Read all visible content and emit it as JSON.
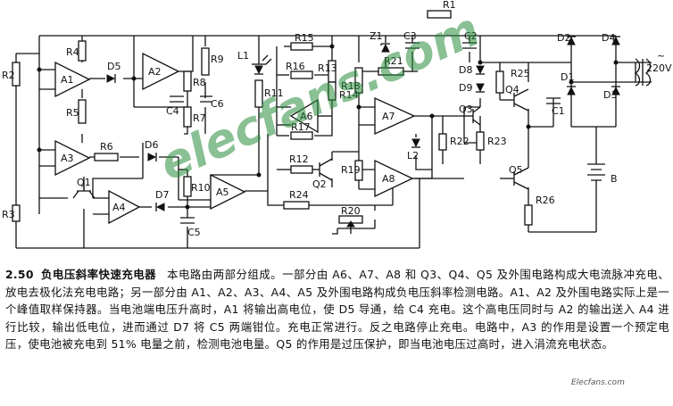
{
  "diagram": {
    "labels": {
      "R1": "R1",
      "R2": "R2",
      "R3": "R3",
      "R4": "R4",
      "R5": "R5",
      "R6": "R6",
      "R7": "R7",
      "R8": "R8",
      "R9": "R9",
      "R10": "R10",
      "R11": "R11",
      "R12": "R12",
      "R13": "R13",
      "R14": "R14",
      "R15": "R15",
      "R16": "R16",
      "R17": "R17",
      "R18": "R18",
      "R19": "R19",
      "R20": "R20",
      "R21": "R21",
      "R22": "R22",
      "R23": "R23",
      "R24": "R24",
      "R25": "R25",
      "R26": "R26",
      "A1": "A1",
      "A2": "A2",
      "A3": "A3",
      "A4": "A4",
      "A5": "A5",
      "A6": "A6",
      "A7": "A7",
      "A8": "A8",
      "D1": "D1",
      "D2": "D2",
      "D3": "D3",
      "D4": "D4",
      "D5": "D5",
      "D6": "D6",
      "D7": "D7",
      "D8": "D8",
      "D9": "D9",
      "C1": "C1",
      "C2": "C2",
      "C3": "C3",
      "C4": "C4",
      "C5": "C5",
      "C6": "C6",
      "Q1": "Q1",
      "Q2": "Q2",
      "Q3": "Q3",
      "Q4": "Q4",
      "Q5": "Q5",
      "L1": "L1",
      "L2": "L2",
      "Z1": "Z1",
      "B": "B",
      "V220": "220V",
      "tilde": "~"
    }
  },
  "article": {
    "number": "2.50",
    "heading": "负电压斜率快速充电器",
    "body": "本电路由两部分组成。一部分由 A6、A7、A8 和 Q3、Q4、Q5 及外围电路构成大电流脉冲充电、放电去极化法充电电路；另一部分由 A1、A2、A3、A4、A5 及外围电路构成负电压斜率检测电路。A1、A2 及外围电路实际上是一个峰值取样保持器。当电池端电压升高时，A1 将输出高电位，使 D5 导通，给 C4 充电。这个高电压同时与 A2 的输出送入 A4 进行比较，输出低电位，进而通过 D7 将 C5 两端钳位。充电正常进行。反之电路停止充电。电路中，A3 的作用是设置一个预定电压，使电池被充电到 51% 电量之前，检测电池电量。Q5 的作用是过压保护，即当电池电压过高时，进入涓流充电状态。"
  },
  "watermark": "elecfans.com",
  "logo_text": "Elecfans.com"
}
